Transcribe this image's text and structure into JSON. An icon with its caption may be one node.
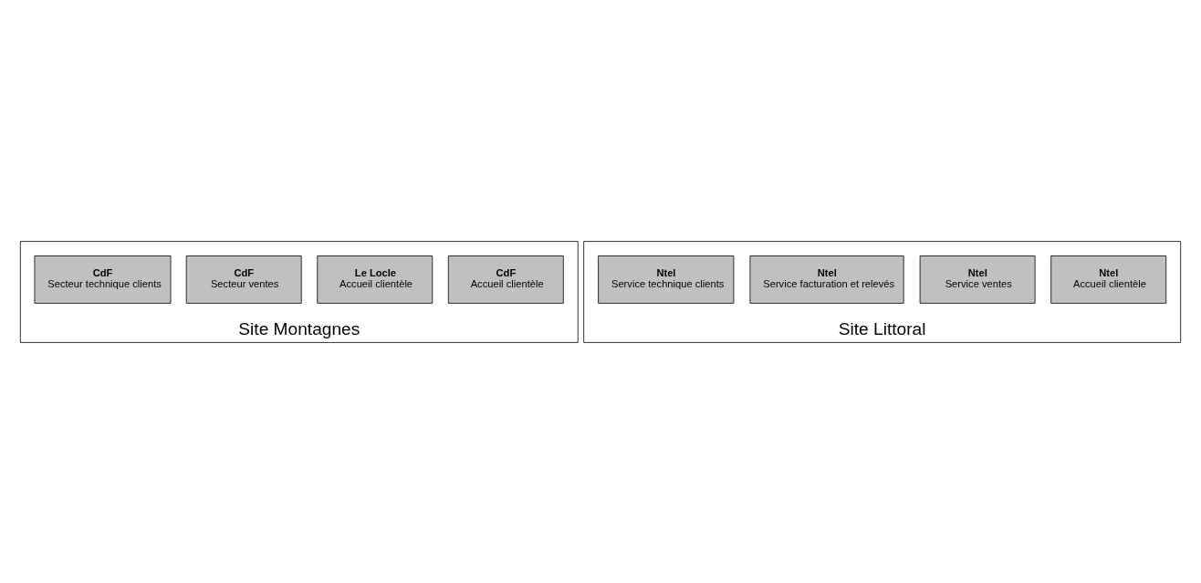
{
  "diagram": {
    "nodes": [
      {
        "text": [
          "Site Montagnes"
        ]
      },
      {
        "text": [
          "CdF",
          "Accueil clientèle"
        ],
        "in": 0
      },
      {
        "text": [
          "Le Locle",
          "Accueil clientèle"
        ],
        "in": 0
      },
      {
        "text": [
          "CdF",
          "Secteur ventes"
        ],
        "in": 0
      },
      {
        "text": [
          "CdF",
          "Secteur technique clients"
        ],
        "in": 0
      },
      {
        "text": [
          "Site Littoral"
        ]
      },
      {
        "text": [
          "Ntel",
          "Accueil clientèle"
        ],
        "in": 5
      },
      {
        "text": [
          "Ntel",
          "Service ventes"
        ],
        "in": 5
      },
      {
        "text": [
          "Ntel",
          "Service facturation et relevés"
        ],
        "in": 5
      },
      {
        "text": [
          "Ntel",
          "Service technique clients"
        ],
        "in": 5
      }
    ],
    "edges": []
  }
}
